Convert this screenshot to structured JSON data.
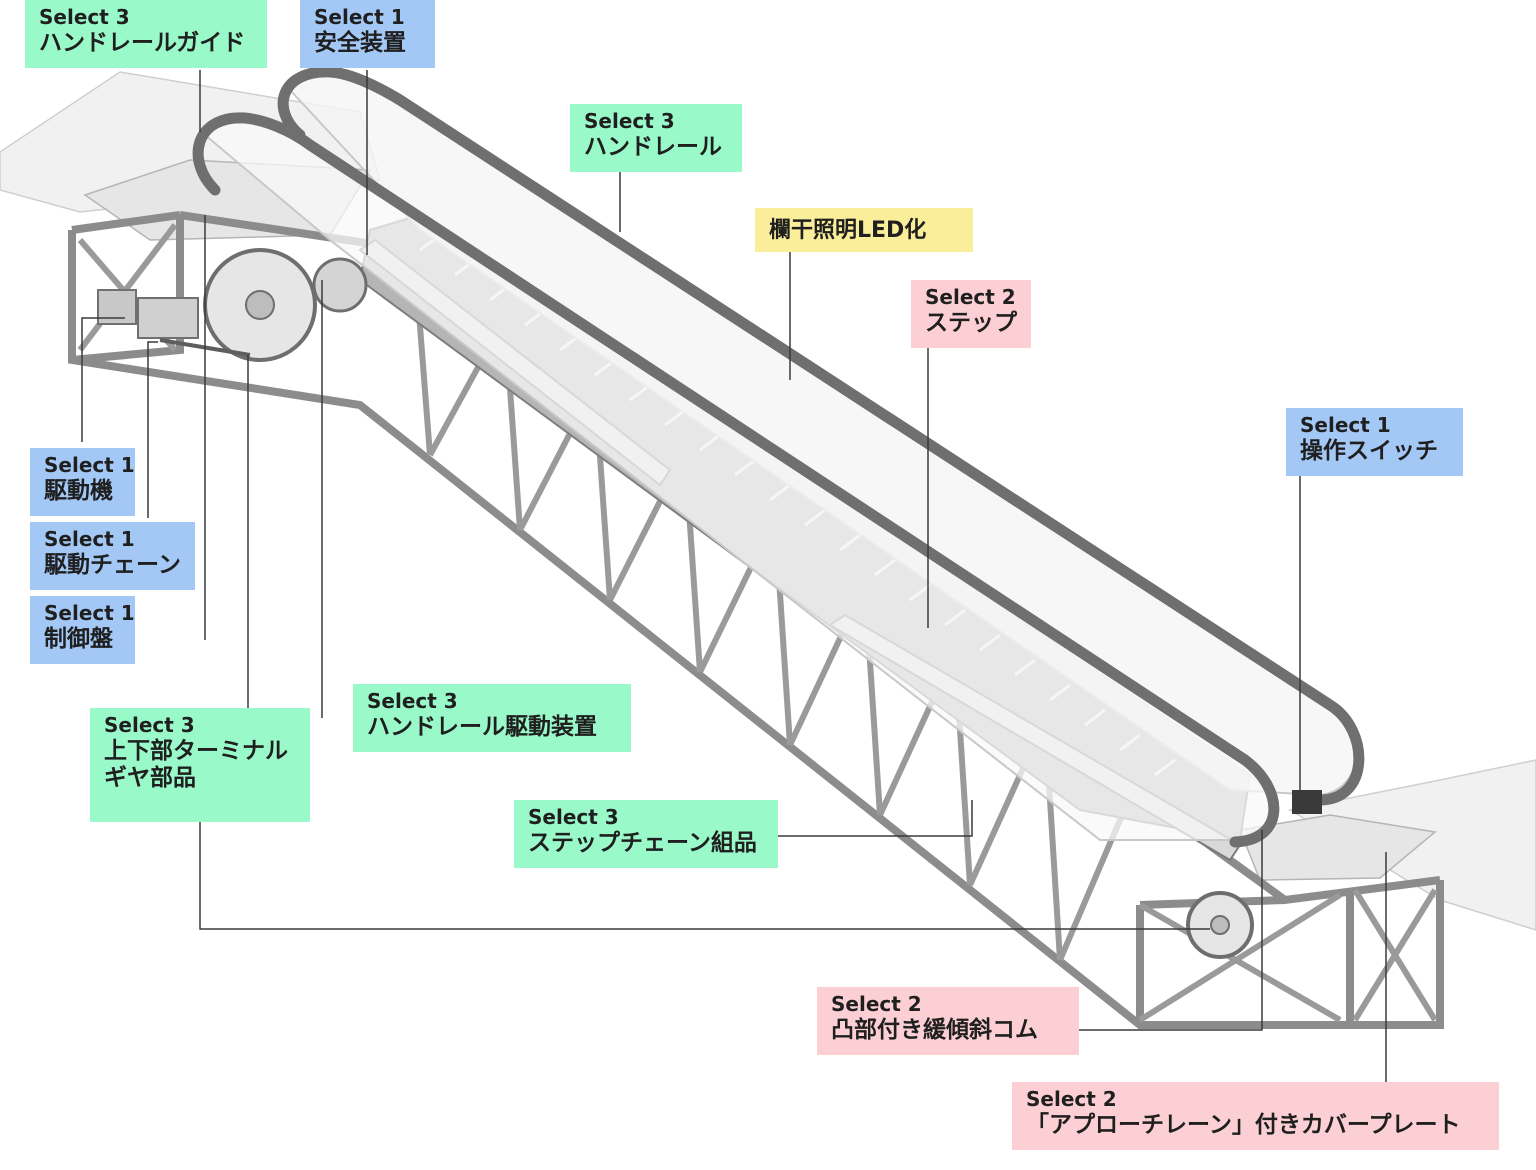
{
  "colors": {
    "select1": "#a3c8f5",
    "select2": "#fbcfd3",
    "select3": "#99f9c9",
    "led": "#fbee9b",
    "frame": "#8c8c8c",
    "leader": "#3a3a3a"
  },
  "labels": {
    "handrail_guide": {
      "select": "Select 3",
      "name": "ハンドレールガイド"
    },
    "safety_device": {
      "select": "Select 1",
      "name": "安全装置"
    },
    "handrail": {
      "select": "Select 3",
      "name": "ハンドレール"
    },
    "balustrade_led": {
      "name": "欄干照明LED化"
    },
    "step": {
      "select": "Select 2",
      "name": "ステップ"
    },
    "operation_switch": {
      "select": "Select 1",
      "name": "操作スイッチ"
    },
    "drive_unit": {
      "select": "Select 1",
      "name": "駆動機"
    },
    "drive_chain": {
      "select": "Select 1",
      "name": "駆動チェーン"
    },
    "control_panel": {
      "select": "Select 1",
      "name": "制御盤"
    },
    "handrail_drive": {
      "select": "Select 3",
      "name": "ハンドレール駆動装置"
    },
    "terminal_gear": {
      "select": "Select 3",
      "name": "上下部ターミナル",
      "name2": "ギヤ部品"
    },
    "step_chain": {
      "select": "Select 3",
      "name": "ステップチェーン組品"
    },
    "comb": {
      "select": "Select 2",
      "name": "凸部付き緩傾斜コム"
    },
    "cover_plate": {
      "select": "Select 2",
      "name": "「アプローチレーン」付きカバープレート"
    }
  }
}
